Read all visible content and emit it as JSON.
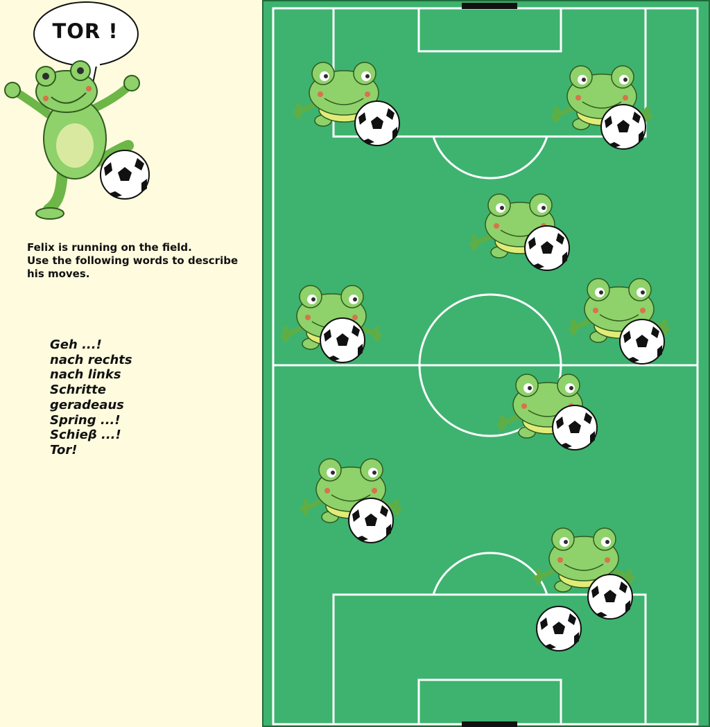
{
  "speech_bubble": {
    "text": "TOR !"
  },
  "intro": {
    "lines": [
      "Felix is running on the field.",
      "Use the following words to describe",
      "his moves."
    ]
  },
  "words": [
    "Geh ...!",
    "nach rechts",
    "nach links",
    "Schritte",
    "geradeaus",
    "Spring ...!",
    "Schieβ ...!",
    "Tor!"
  ],
  "colors": {
    "background": "#fefbde",
    "pitch": "#3db36f",
    "pitch_border": "#1f6b3a",
    "frog": "#8fd16a",
    "frog_dark": "#5fae45"
  },
  "pieces": {
    "frog_count": 9,
    "ball_count": 10
  }
}
